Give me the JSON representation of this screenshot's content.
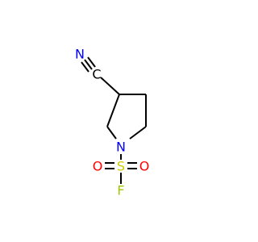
{
  "molecule": {
    "atoms": {
      "nitrile_n": "N",
      "nitrile_c": "C",
      "ring_n": "N",
      "sulfur": "S",
      "oxygen_left": "O",
      "oxygen_right": "O",
      "fluorine": "F"
    },
    "colors": {
      "nitrogen": "#0000FF",
      "carbon": "#000000",
      "sulfur": "#CCCC00",
      "oxygen": "#FF0000",
      "fluorine": "#A0C800",
      "bond": "#000000",
      "background": "#FFFFFF"
    }
  }
}
